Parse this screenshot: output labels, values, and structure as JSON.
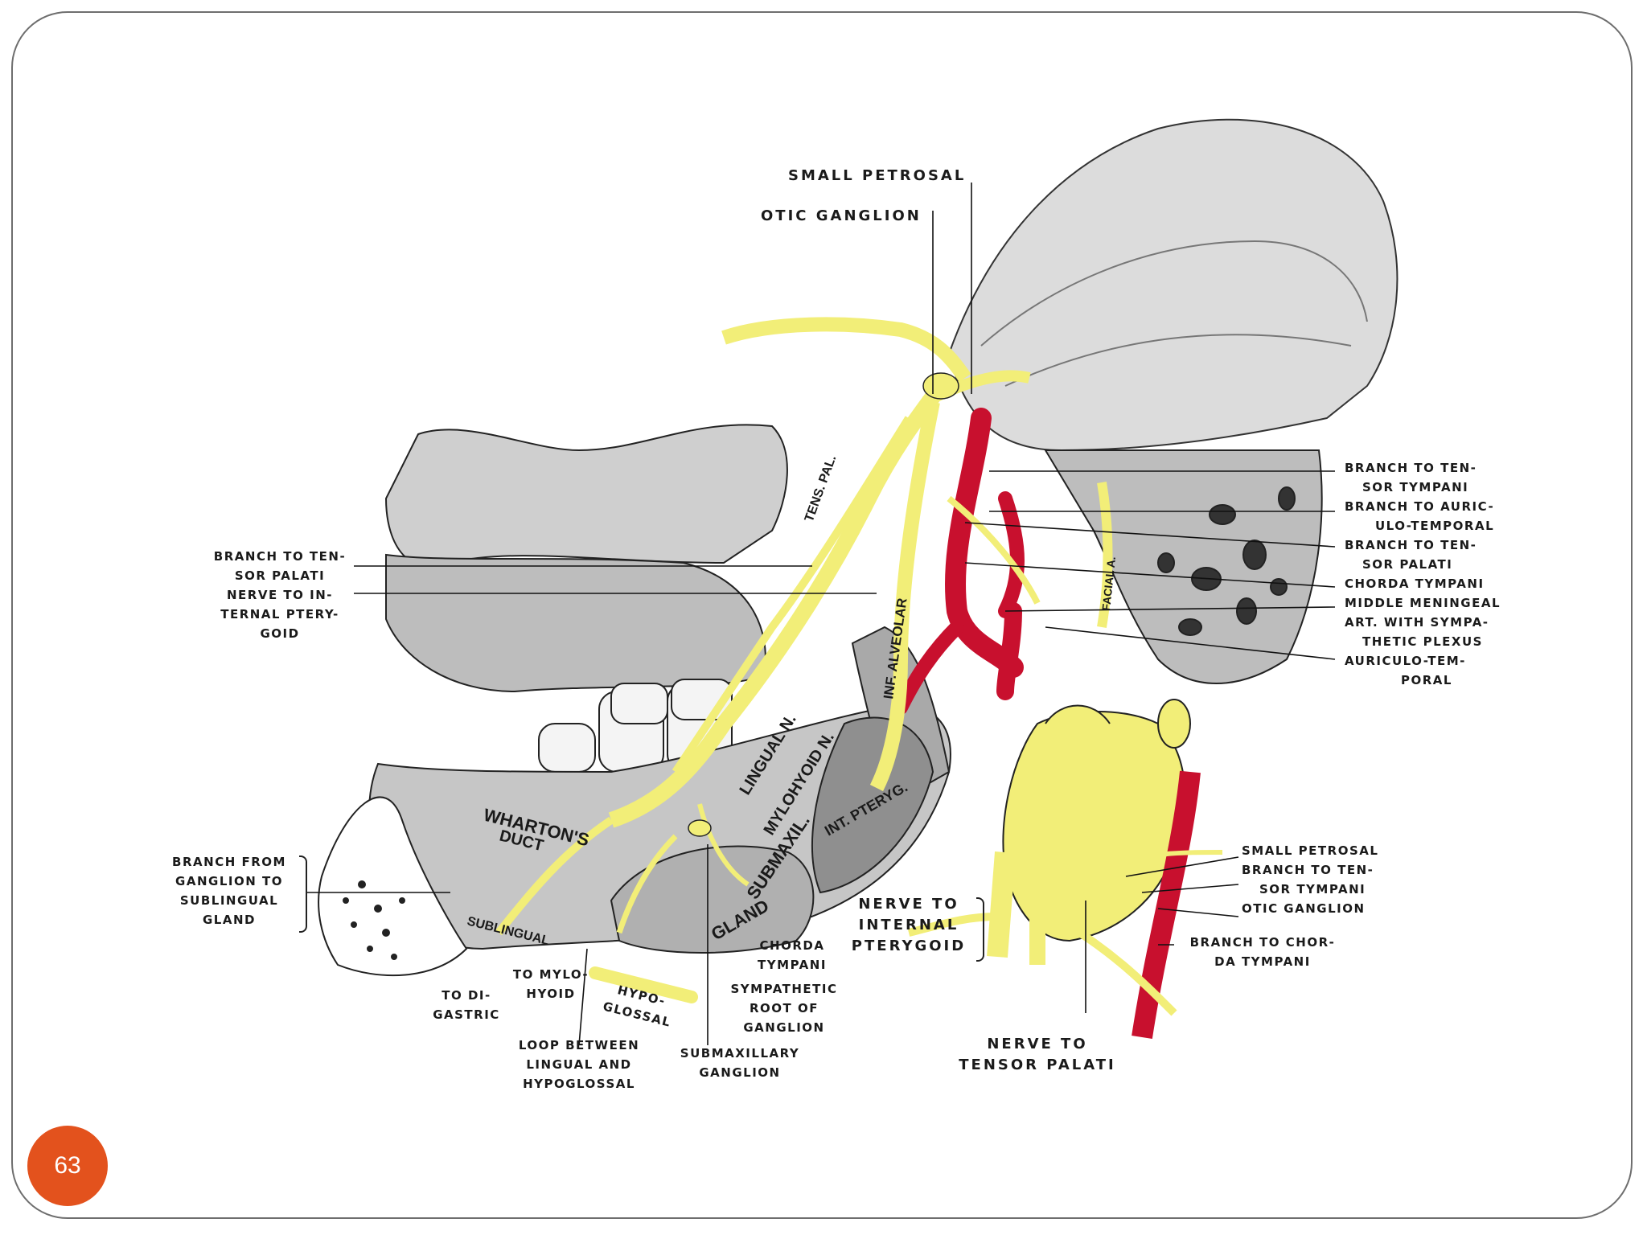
{
  "slide": {
    "page_number": "63"
  },
  "colors": {
    "nerve": "#f2ee78",
    "artery": "#c8102e",
    "bone": "#d9d9d9",
    "badge": "#e3521d"
  },
  "labels": {
    "small_petrosal": "SMALL PETROSAL",
    "otic_ganglion": "OTIC GANGLION",
    "right": [
      "BRANCH TO TEN-",
      "SOR TYMPANI",
      "BRANCH TO AURIC-",
      "ULO-TEMPORAL",
      "BRANCH TO TEN-",
      "SOR PALATI",
      "CHORDA TYMPANI",
      "MIDDLE MENINGEAL",
      "ART. WITH SYMPA-",
      "THETIC PLEXUS",
      "AURICULO-TEM-",
      "PORAL"
    ],
    "left": [
      "BRANCH TO TEN-",
      "SOR PALATI",
      "NERVE TO IN-",
      "TERNAL PTERY-",
      "GOID"
    ],
    "branch_from_ganglion": [
      "BRANCH FROM",
      "GANGLION TO",
      "SUBLINGUAL",
      "GLAND"
    ],
    "to_digastric": [
      "TO DI-",
      "GASTRIC"
    ],
    "to_mylohyoid": [
      "TO MYLO-",
      "HYOID"
    ],
    "hypoglossal": [
      "HYPO-",
      "GLOSSAL"
    ],
    "loop": [
      "LOOP BETWEEN",
      "LINGUAL AND",
      "HYPOGLOSSAL"
    ],
    "submaxillary_ganglion": [
      "SUBMAXILLARY",
      "GANGLION"
    ],
    "chorda_tympani_bottom": [
      "CHORDA",
      "TYMPANI"
    ],
    "sympathetic_root": [
      "SYMPATHETIC",
      "ROOT OF",
      "GANGLION"
    ],
    "nerve_internal_pterygoid": [
      "NERVE TO",
      "INTERNAL",
      "PTERYGOID"
    ],
    "nerve_tensor_palati": [
      "NERVE TO",
      "TENSOR PALATI"
    ],
    "inset_right": [
      "SMALL PETROSAL",
      "BRANCH TO TEN-",
      "SOR TYMPANI",
      "OTIC GANGLION"
    ],
    "branch_chorda": [
      "BRANCH TO CHOR-",
      "DA TYMPANI"
    ],
    "inline": {
      "whartons_duct": "WHARTON'S",
      "duct": "DUCT",
      "lingual_n": "LINGUAL N.",
      "mylohyoid_n": "MYLOHYOID N.",
      "inf_alveolar": "INF. ALVEOLAR",
      "submaxil": "SUBMAXIL.",
      "gland": "GLAND",
      "sublingual": "SUBLINGUAL",
      "int_ptery": "INT. PTERYG.",
      "facial_a": "FACIAL A.",
      "tens_pal": "TENS. PAL."
    }
  }
}
